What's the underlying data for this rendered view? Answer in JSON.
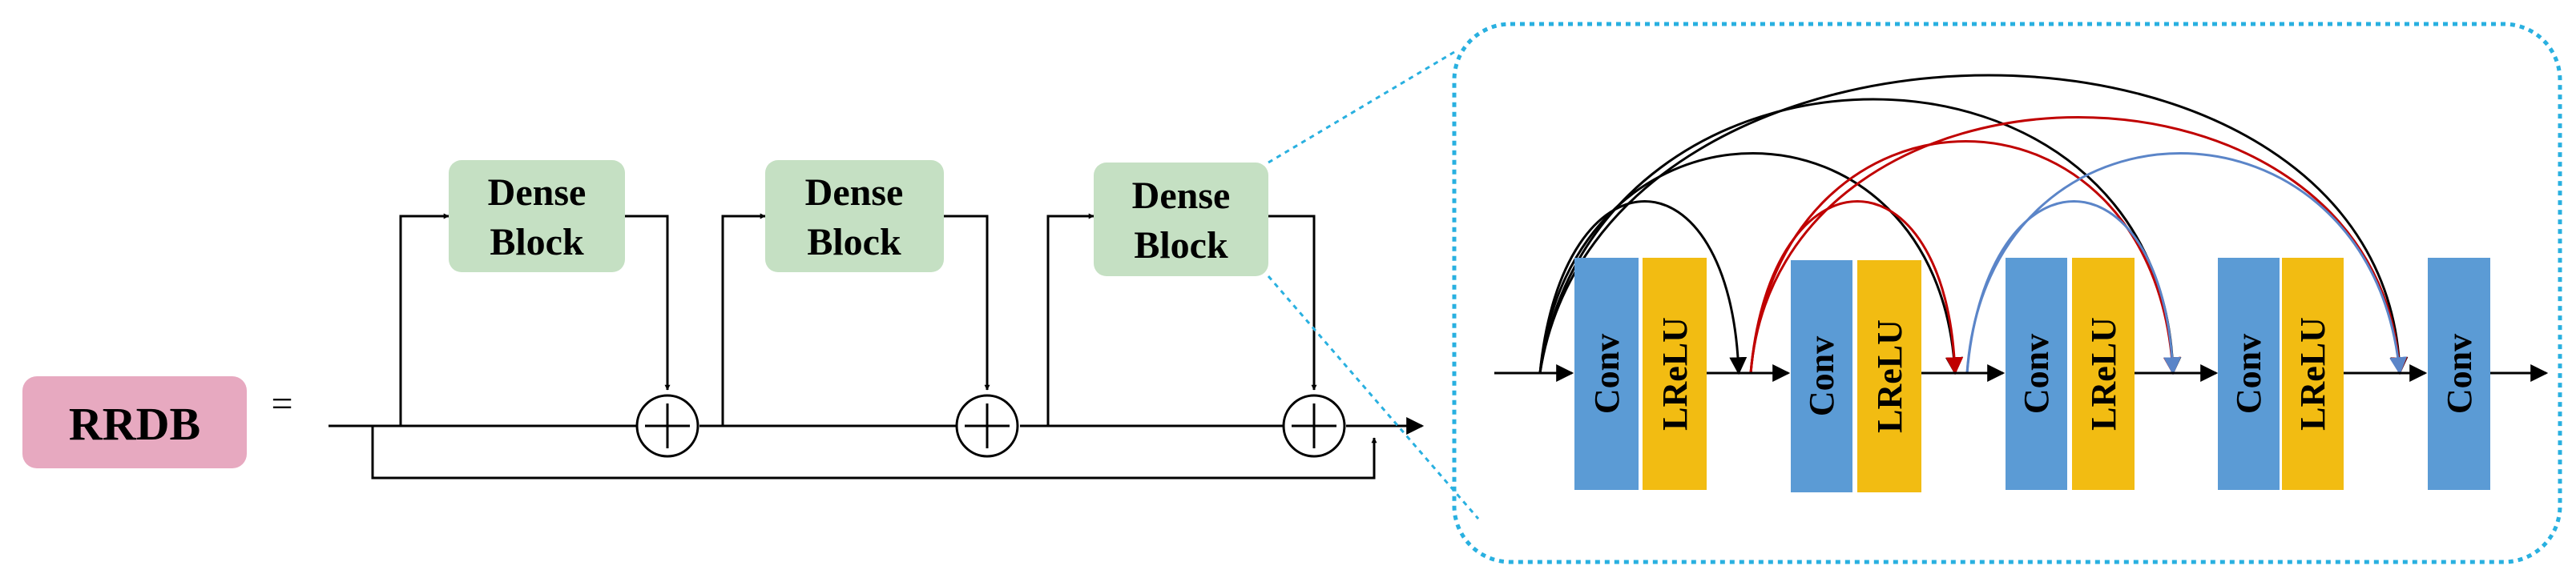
{
  "rrdb": {
    "label": "RRDB",
    "equals": "="
  },
  "dense_blocks": [
    {
      "line1": "Dense",
      "line2": "Block"
    },
    {
      "line1": "Dense",
      "line2": "Block"
    },
    {
      "line1": "Dense",
      "line2": "Block"
    }
  ],
  "detail_layers": [
    {
      "label": "Conv"
    },
    {
      "label": "LReLU"
    },
    {
      "label": "Conv"
    },
    {
      "label": "LReLU"
    },
    {
      "label": "Conv"
    },
    {
      "label": "LReLU"
    },
    {
      "label": "Conv"
    },
    {
      "label": "LReLU"
    },
    {
      "label": "Conv"
    }
  ],
  "colors": {
    "rrdb_fill": "#e7a9c0",
    "dense_fill": "#c5e0c3",
    "conv_fill": "#5b9bd5",
    "lrelu_fill": "#f2bc12",
    "zoom_border": "#29b0e0",
    "red_arc": "#c00000",
    "blue_arc": "#5b85c8",
    "line": "#000000"
  }
}
